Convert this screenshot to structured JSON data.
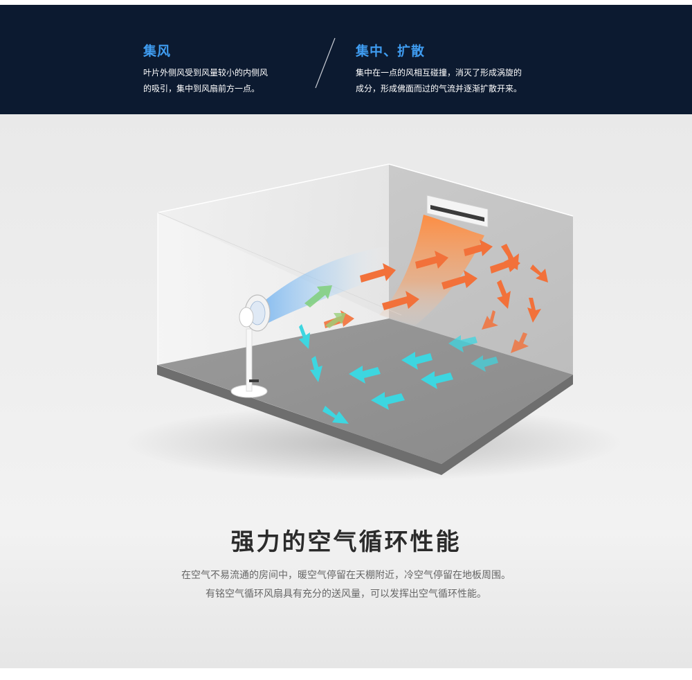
{
  "features": [
    {
      "title": "集风",
      "lines": [
        "叶片外侧风受到风量较小的内侧风",
        "的吸引，集中到风扇前方一点。"
      ]
    },
    {
      "title": "集中、扩散",
      "lines": [
        "集中在一点的风相互碰撞，消灭了形成涡旋的",
        "成分，形成佛面而过的气流并逐渐扩散开来。"
      ]
    }
  ],
  "headline": "强力的空气循环性能",
  "description": [
    "在空气不易流通的房间中，暖空气停留在天棚附近，冷空气停留在地板周围。",
    "有铭空气循环风扇具有充分的送风量，可以发挥出空气循环性能。"
  ],
  "colors": {
    "band_background": "#0c1a30",
    "feature_title": "#3f9cf0",
    "warm_arrow": "#f2713a",
    "cool_arrow": "#3dd6e0",
    "floor": "#8a8a8a"
  },
  "icons": [
    "circulator-fan",
    "wall-air-conditioner",
    "warm-air-arrow",
    "cool-air-arrow"
  ]
}
